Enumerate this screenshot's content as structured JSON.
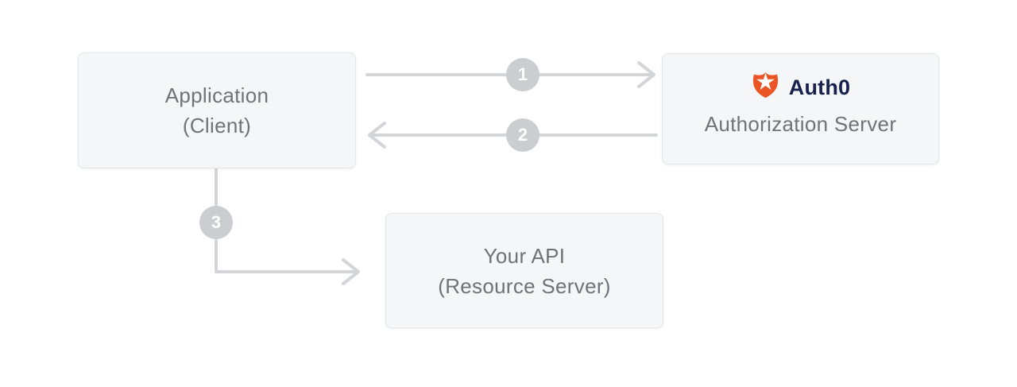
{
  "nodes": {
    "application": {
      "line1": "Application",
      "line2": "(Client)"
    },
    "auth0": {
      "brand": "Auth0",
      "label": "Authorization Server"
    },
    "api": {
      "line1": "Your API",
      "line2": "(Resource Server)"
    }
  },
  "steps": [
    {
      "number": "1",
      "from": "Application (Client)",
      "to": "Auth0 Authorization Server"
    },
    {
      "number": "2",
      "from": "Auth0 Authorization Server",
      "to": "Application (Client)"
    },
    {
      "number": "3",
      "from": "Application (Client)",
      "to": "Your API (Resource Server)"
    }
  ],
  "colors": {
    "box_bg": "#f5f6f8",
    "box_border": "#e4e6e9",
    "text_gray": "#6f7377",
    "arrow_gray": "#d3d5d8",
    "badge_bg": "#cbcdd0",
    "auth0_orange": "#eb5424",
    "auth0_navy": "#16214d"
  }
}
